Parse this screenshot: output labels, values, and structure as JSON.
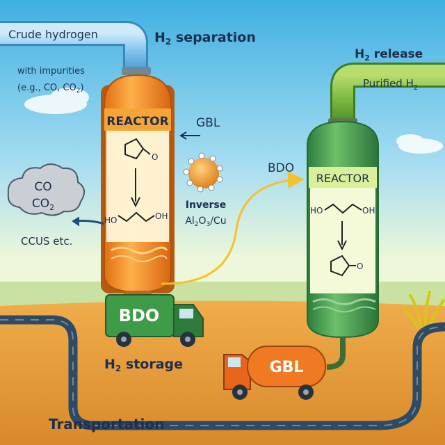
{
  "labels": {
    "crude_hydrogen": "Crude hydrogen",
    "with_impurities": "with impurities",
    "eg_prefix": "(e.g., CO, CO",
    "eg_sub": "2",
    "eg_suffix": ")",
    "h2_sep_h": "H",
    "h2_sep_sub": "2",
    "h2_sep_rest": " separation",
    "h2_rel_h": "H",
    "h2_rel_sub": "2",
    "h2_rel_rest": " release",
    "purified": "Purified H",
    "purified_sub": "2",
    "reactor_left": "REACTOR",
    "reactor_right": "REACTOR",
    "gbl_feed": "GBL",
    "bdo_feed": "BDO",
    "catalyst_line1": "Inverse",
    "catalyst_al": "Al",
    "catalyst_sub1": "2",
    "catalyst_o": "O",
    "catalyst_sub2": "3",
    "catalyst_cu": "/Cu",
    "co_cloud": "CO",
    "co2_cloud": "CO",
    "co2_cloud_sub": "2",
    "ccus": "CCUS etc.",
    "mol_ho_left": "HO",
    "mol_oh_left": "OH",
    "mol_ho_right": "HO",
    "mol_oh_right": "OH",
    "mol_o_left": "O",
    "mol_o_right": "O",
    "truck_bdo": "BDO",
    "truck_gbl": "GBL",
    "h2_storage_h": "H",
    "h2_storage_sub": "2",
    "h2_storage_rest": " storage",
    "transportation": "Transportation"
  },
  "colors": {
    "sky_top": "#4fb9e6",
    "sky_bottom": "#eaf6d8",
    "ground": "#e39a3a",
    "reactor_orange": "#f28a22",
    "reactor_green": "#3f9b4f",
    "pipe_blue": "#7fc4ec",
    "pipe_green": "#6cad3c",
    "flow_arrow": "#f5c22a",
    "text_dark": "#1d2f4f"
  }
}
